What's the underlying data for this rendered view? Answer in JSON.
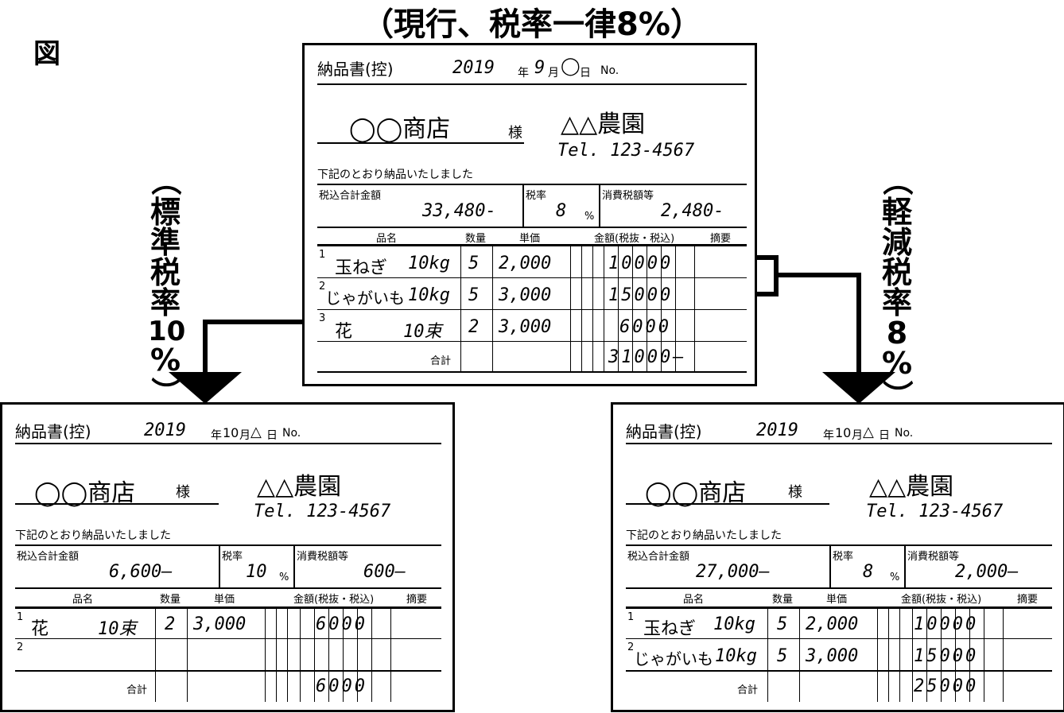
{
  "figure_label": "図",
  "top_title": "（現行、税率一律8%）",
  "left_label": {
    "paren_open": "（",
    "chars": [
      "標",
      "準",
      "税",
      "率",
      "10"
    ],
    "pct": "%",
    "paren_close": "）"
  },
  "right_label": {
    "paren_open": "（",
    "chars": [
      "軽",
      "減",
      "税",
      "率",
      "8"
    ],
    "pct": "%",
    "paren_close": "）"
  },
  "invoices": {
    "top": {
      "title": "納品書(控)",
      "year": "2019",
      "nen": "年",
      "month": "9",
      "gatsu": "月",
      "day": "◯",
      "nichi": "日",
      "no": "No.",
      "customer": "◯◯商店",
      "sama": "様",
      "seller": "△△農園",
      "tel": "Tel. 123-4567",
      "note": "下記のとおり納品いたしました",
      "lbl_total": "税込合計金額",
      "total": "33,480-",
      "lbl_rate": "税率",
      "rate": "8",
      "pct": "%",
      "lbl_tax": "消費税額等",
      "tax": "2,480-",
      "h_item": "品名",
      "h_qty": "数量",
      "h_price": "単価",
      "h_amount": "金額(税抜・税込)",
      "h_memo": "摘要",
      "rows": [
        {
          "no": "1",
          "item": "玉ねぎ",
          "unit": "10kg",
          "qty": "5",
          "price": "2,000",
          "amount": "10000"
        },
        {
          "no": "2",
          "item": "じゃがいも",
          "unit": "10kg",
          "qty": "5",
          "price": "3,000",
          "amount": "15000"
        },
        {
          "no": "3",
          "item": "花",
          "unit": "10束",
          "qty": "2",
          "price": "3,000",
          "amount": "6000"
        }
      ],
      "sum_label": "合計",
      "sum": "31000—"
    },
    "left": {
      "title": "納品書(控)",
      "year": "2019",
      "nen": "年",
      "month": "10",
      "gatsu": "月",
      "day": "△",
      "nichi": "日",
      "no": "No.",
      "customer": "◯◯商店",
      "sama": "様",
      "seller": "△△農園",
      "tel": "Tel. 123-4567",
      "note": "下記のとおり納品いたしました",
      "lbl_total": "税込合計金額",
      "total": "6,600—",
      "lbl_rate": "税率",
      "rate": "10",
      "pct": "%",
      "lbl_tax": "消費税額等",
      "tax": "600—",
      "h_item": "品名",
      "h_qty": "数量",
      "h_price": "単価",
      "h_amount": "金額(税抜・税込)",
      "h_memo": "摘要",
      "rows": [
        {
          "no": "1",
          "item": "花",
          "unit": "10束",
          "qty": "2",
          "price": "3,000",
          "amount": "6000"
        },
        {
          "no": "2",
          "item": "",
          "unit": "",
          "qty": "",
          "price": "",
          "amount": ""
        }
      ],
      "sum_label": "合計",
      "sum": "6000"
    },
    "right": {
      "title": "納品書(控)",
      "year": "2019",
      "nen": "年",
      "month": "10",
      "gatsu": "月",
      "day": "△",
      "nichi": "日",
      "no": "No.",
      "customer": "◯◯商店",
      "sama": "様",
      "seller": "△△農園",
      "tel": "Tel. 123-4567",
      "note": "下記のとおり納品いたしました",
      "lbl_total": "税込合計金額",
      "total": "27,000—",
      "lbl_rate": "税率",
      "rate": "8",
      "pct": "%",
      "lbl_tax": "消費税額等",
      "tax": "2,000—",
      "h_item": "品名",
      "h_qty": "数量",
      "h_price": "単価",
      "h_amount": "金額(税抜・税込)",
      "h_memo": "摘要",
      "rows": [
        {
          "no": "1",
          "item": "玉ねぎ",
          "unit": "10kg",
          "qty": "5",
          "price": "2,000",
          "amount": "10000"
        },
        {
          "no": "2",
          "item": "じゃがいも",
          "unit": "10kg",
          "qty": "5",
          "price": "3,000",
          "amount": "15000"
        }
      ],
      "sum_label": "合計",
      "sum": "25000"
    }
  }
}
